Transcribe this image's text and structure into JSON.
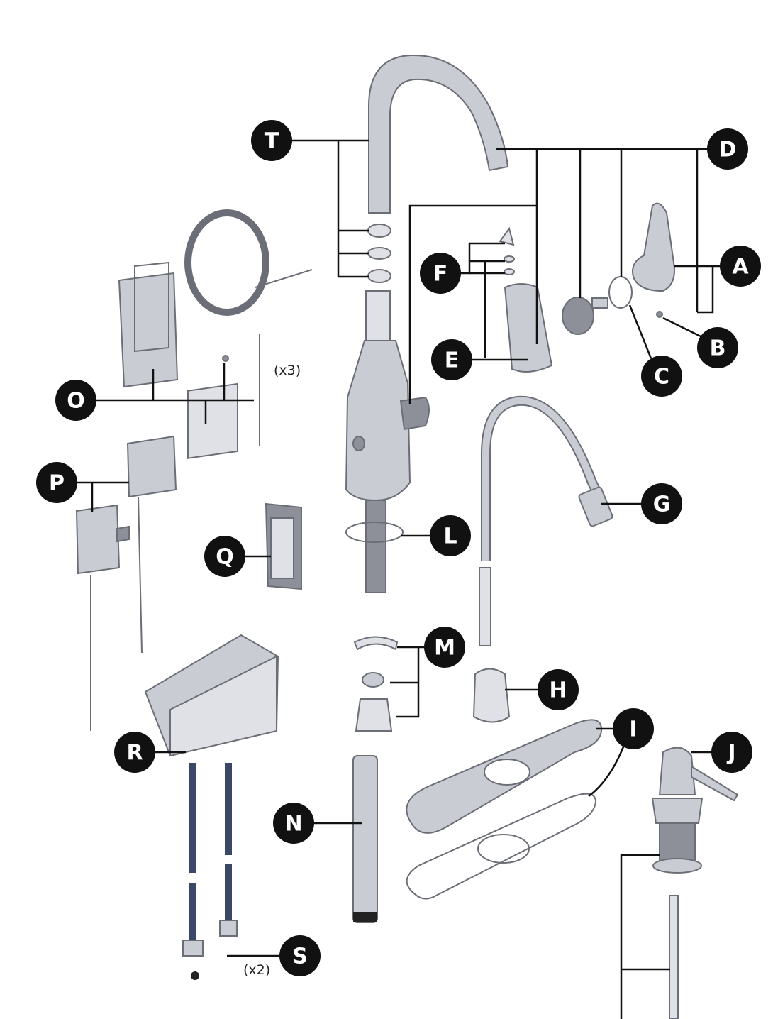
{
  "parts": {
    "A": "A",
    "B": "B",
    "C": "C",
    "D": "D",
    "E": "E",
    "F": "F",
    "G": "G",
    "H": "H",
    "I": "I",
    "J": "J",
    "L": "L",
    "M": "M",
    "N": "N",
    "O": "O",
    "P": "P",
    "Q": "Q",
    "R": "R",
    "S": "S",
    "T": "T"
  },
  "quantities": {
    "o_clips": "(x3)",
    "s_washers": "(x2)"
  },
  "colors": {
    "badge": "#111111",
    "leader": "#111111",
    "part_fill": "#c9ccd3",
    "part_stroke": "#6b6e76"
  }
}
